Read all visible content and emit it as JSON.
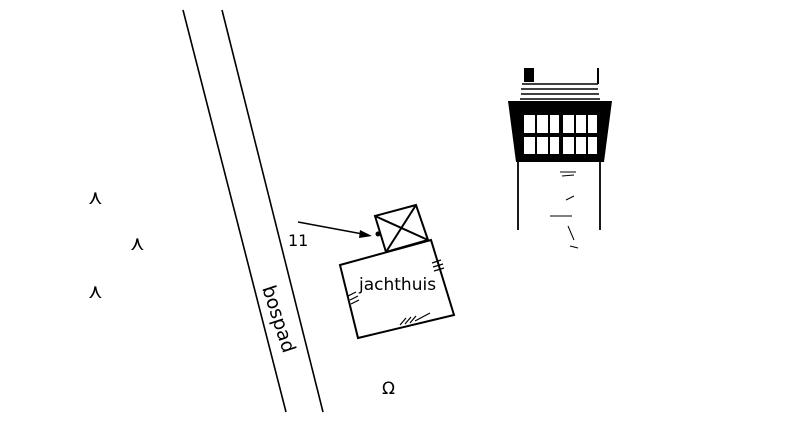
{
  "labels": {
    "number": "11",
    "building": "jachthuis",
    "path": "bospad",
    "tree_symbol": "⋏",
    "well_symbol": "Ω"
  },
  "colors": {
    "ink": "#000000",
    "background": "#ffffff"
  }
}
